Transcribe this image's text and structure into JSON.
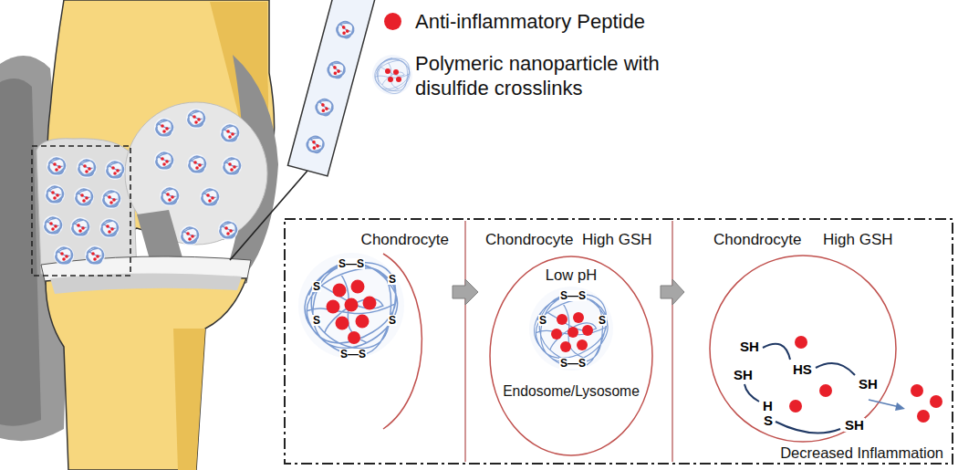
{
  "diagram": {
    "nodes": [
      {
        "text": [
          "Chondrocyte"
        ]
      },
      {
        "text": [
          "Chondrocyte",
          "High GSH"
        ]
      },
      {
        "text": [
          "Low pH",
          "Endosome/Lysosome"
        ],
        "in": 1
      },
      {
        "text": [
          "Chondrocyte",
          "High GSH",
          "Decreased Inflammation"
        ]
      }
    ],
    "edges": [
      {
        "from": 0,
        "to": 1,
        "arrow": "to"
      },
      {
        "from": 1,
        "to": 3,
        "arrow": "to"
      }
    ],
    "labels": [
      "S—S",
      "S",
      "S",
      "S",
      "S",
      "S—S",
      "S—S",
      "S",
      "S",
      "S—S",
      "SH",
      "HS",
      "SH",
      "SH",
      "H",
      "S",
      "SH"
    ],
    "legend": [
      {
        "text": "Anti-inflammatory Peptide",
        "color": "#e8202a"
      },
      {
        "text": "Polymeric nanoparticle with disulfide crosslinks"
      }
    ]
  }
}
